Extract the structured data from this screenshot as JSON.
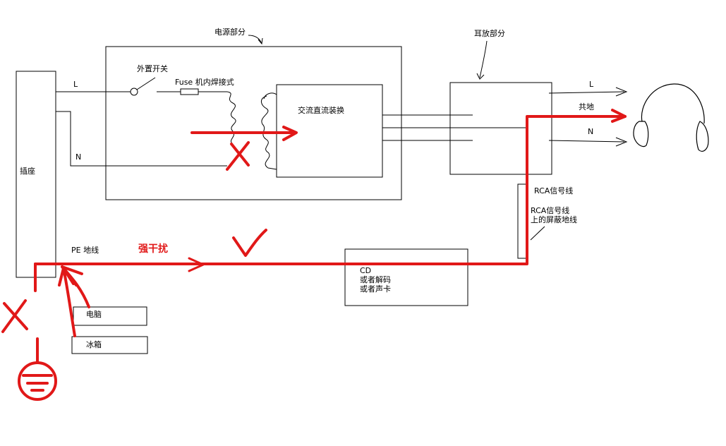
{
  "labels": {
    "power_section": "电源部分",
    "amp_section": "耳放部分",
    "socket": "插座",
    "external_switch": "外置开关",
    "fuse": "Fuse 机内焊接式",
    "ac_dc": "交流直流装换",
    "line_L": "L",
    "line_N": "N",
    "out_L": "L",
    "out_common": "共地",
    "out_N": "N",
    "rca_signal": "RCA信号线",
    "rca_shield": "RCA信号线\n上的屏蔽地线",
    "pe_ground": "PE 地线",
    "strong_interference": "强干扰",
    "cd_box": "CD\n或者解码\n或者声卡",
    "computer": "电脑",
    "fridge": "冰箱"
  },
  "colors": {
    "annotation": "#e11818",
    "line": "#000000"
  }
}
